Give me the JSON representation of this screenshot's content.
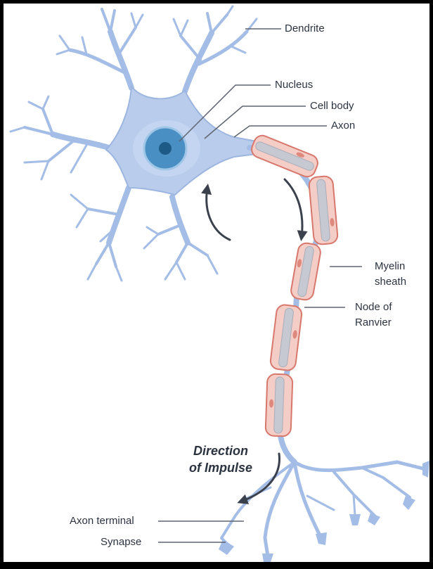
{
  "labels": {
    "dendrite": "Dendrite",
    "nucleus": "Nucleus",
    "cell_body": "Cell body",
    "axon": "Axon",
    "myelin_line1": "Myelin",
    "myelin_line2": "sheath",
    "node_line1": "Node of",
    "node_line2": "Ranvier",
    "axon_terminal": "Axon terminal",
    "synapse": "Synapse",
    "direction_line1": "Direction",
    "direction_line2": "of Impulse"
  },
  "colors": {
    "neuron_fill": "#b9ccec",
    "neuron_stroke": "#9db6e0",
    "dendrite": "#a4bde6",
    "nucleus_outer": "#4a8fc4",
    "nucleus_inner": "#1d5a85",
    "myelin_fill": "#f3cdc6",
    "myelin_stroke": "#d8776c",
    "axon_core": "#c6c8d2",
    "leader_line": "#5f6570",
    "text": "#2c3340",
    "arrow": "#3b414c"
  }
}
